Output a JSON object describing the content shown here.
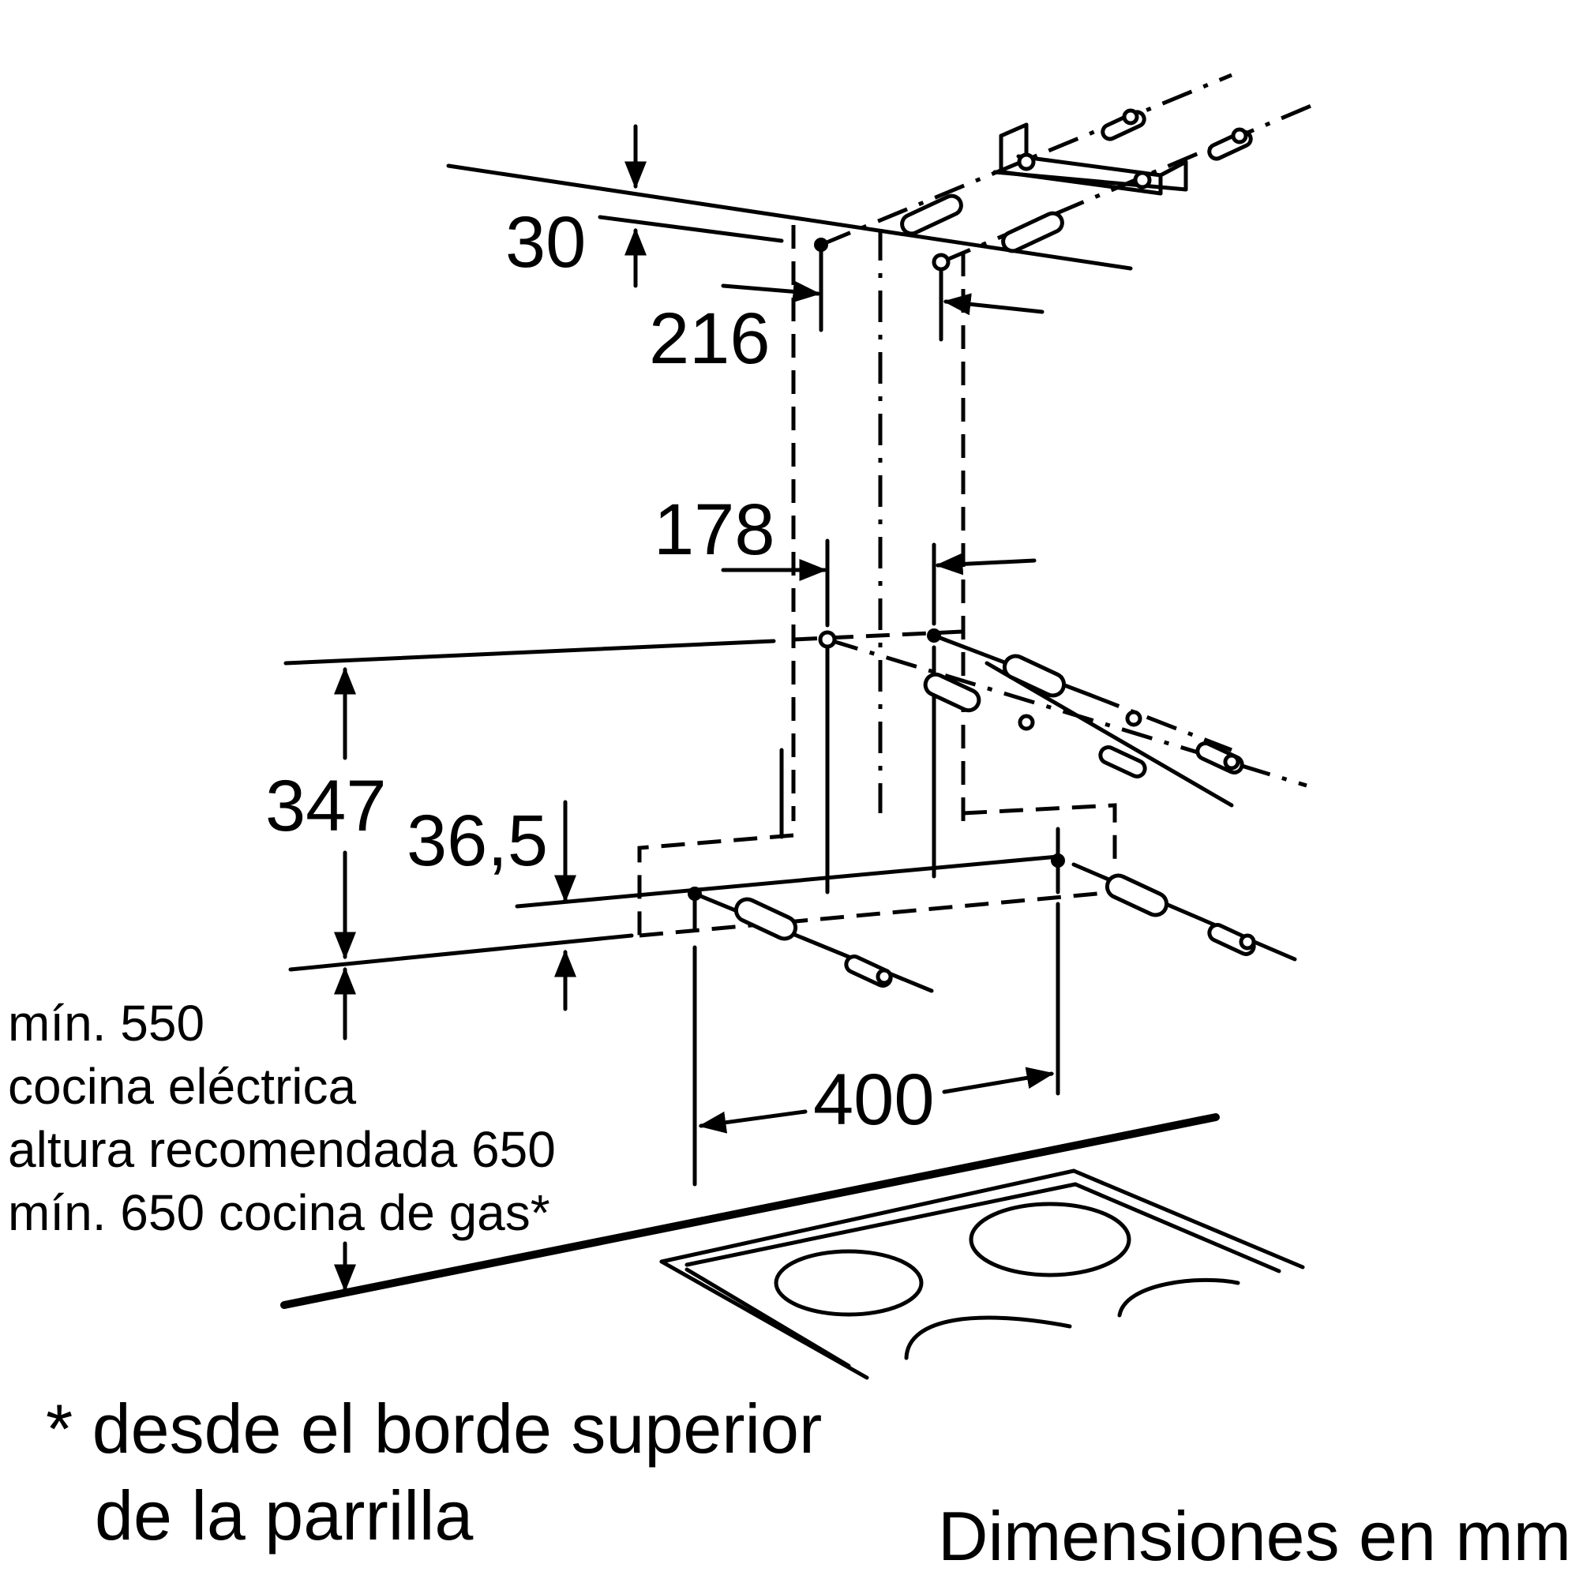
{
  "dimensions": {
    "top_offset": "30",
    "upper_hole_spacing": "216",
    "lower_hole_spacing": "178",
    "bracket_height": "347",
    "lower_offset": "36,5",
    "lower_hole_distance": "400"
  },
  "clearance_notes": [
    "mín. 550",
    "cocina eléctrica",
    "altura recomendada 650",
    "mín. 650 cocina de gas*"
  ],
  "footnote": {
    "line1": "* desde el borde superior",
    "line2": "de la parrilla"
  },
  "units": "Dimensiones en mm"
}
